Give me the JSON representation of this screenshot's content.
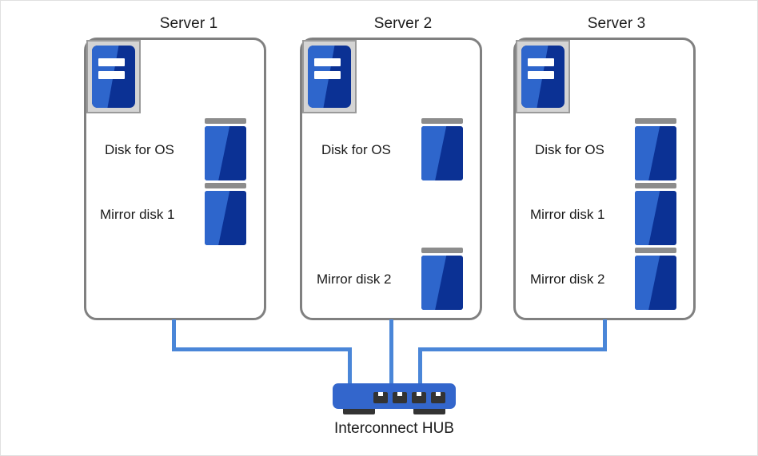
{
  "diagram": {
    "title_absent": true,
    "colors": {
      "wire": "#4a86d8",
      "hub": "#3366cc",
      "disk_light": "#2e66cc",
      "disk_dark": "#0b3194",
      "box_border": "#808080",
      "icon_frame": "#d4d4d4"
    }
  },
  "servers": [
    {
      "title": "Server 1",
      "icon_name": "server-machine-icon",
      "disks": [
        {
          "label": "Disk for OS"
        },
        {
          "label": "Mirror disk 1"
        }
      ]
    },
    {
      "title": "Server 2",
      "icon_name": "server-machine-icon",
      "disks": [
        {
          "label": "Disk for OS"
        },
        {
          "label": "Mirror disk 2"
        }
      ]
    },
    {
      "title": "Server 3",
      "icon_name": "server-machine-icon",
      "disks": [
        {
          "label": "Disk for OS"
        },
        {
          "label": "Mirror disk 1"
        },
        {
          "label": "Mirror disk 2"
        }
      ]
    }
  ],
  "hub": {
    "label": "Interconnect HUB",
    "port_count": 4
  }
}
